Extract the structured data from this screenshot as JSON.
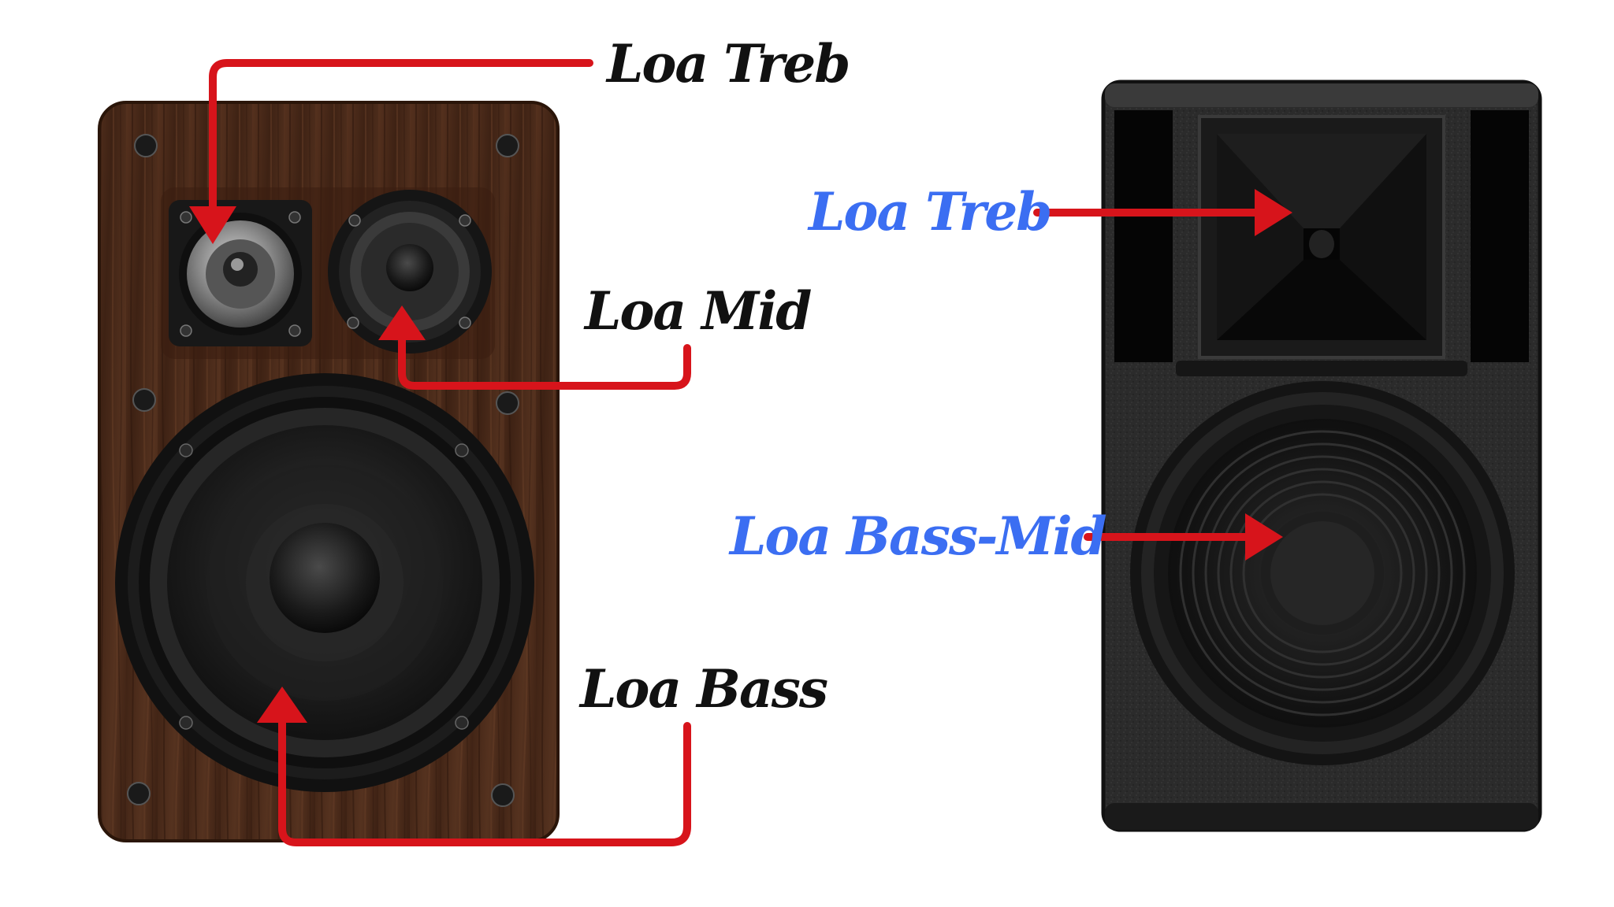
{
  "labels": {
    "left_treb": "Loa Treb",
    "left_mid": "Loa Mid",
    "left_bass": "Loa Bass",
    "right_treb": "Loa Treb",
    "right_bass_mid": "Loa Bass-Mid"
  },
  "colors": {
    "arrow": "#d7141b",
    "label_left": "#111111",
    "label_right": "#3b6ef2",
    "wood": "#4a2a1a",
    "cabinet_right": "#262626"
  }
}
